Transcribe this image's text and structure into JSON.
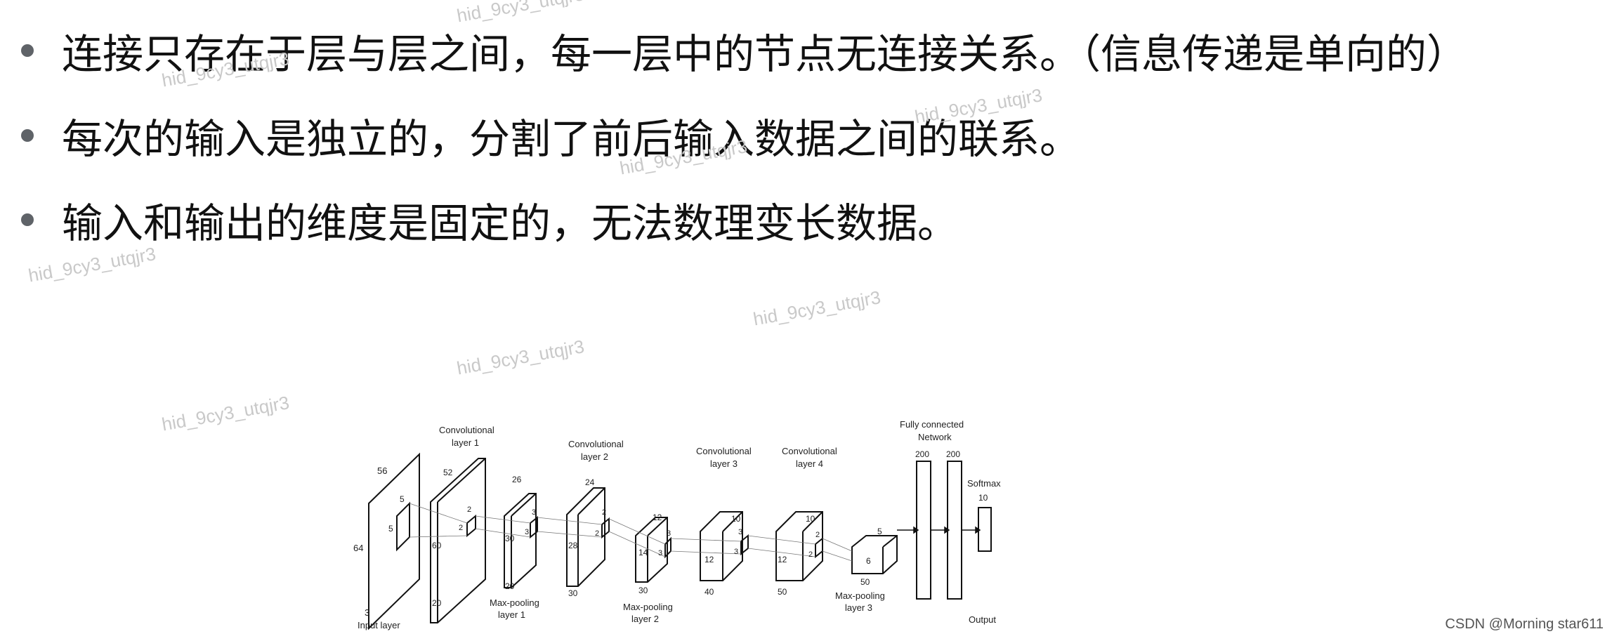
{
  "bullets": [
    "连接只存在于层与层之间，每一层中的节点无连接关系。（信息传递是单向的）",
    "每次的输入是独立的，分割了前后输入数据之间的联系。",
    "输入和输出的维度是固定的，无法数理变长数据。"
  ],
  "watermark": "hid_9cy3_utqjr3",
  "footer": "CSDN @Morning star611",
  "diagram": {
    "input_layer": {
      "label": "Input layer",
      "height": "64",
      "width": "56",
      "depth": "3",
      "kernel_h": "5",
      "kernel_w": "5"
    },
    "conv1": {
      "title1": "Convolutional",
      "title2": "layer 1",
      "top": "52",
      "side": "60",
      "depth": "20",
      "k1": "2",
      "k2": "2"
    },
    "pool1": {
      "title1": "Max-pooling",
      "title2": "layer 1",
      "top": "26",
      "side": "30",
      "depth": "20",
      "k1": "3",
      "k2": "3"
    },
    "conv2": {
      "title1": "Convolutional",
      "title2": "layer 2",
      "top": "24",
      "side": "28",
      "depth": "30",
      "k1": "2",
      "k2": "2"
    },
    "pool2": {
      "title1": "Max-pooling",
      "title2": "layer 2",
      "top": "12",
      "side": "14",
      "depth": "30",
      "k1": "3",
      "k2": "3"
    },
    "conv3": {
      "title1": "Convolutional",
      "title2": "layer 3",
      "top": "10",
      "side": "12",
      "depth": "40",
      "k1": "3",
      "k2": "3"
    },
    "conv4": {
      "title1": "Convolutional",
      "title2": "layer 4",
      "top": "10",
      "side": "12",
      "depth": "50",
      "k1": "2",
      "k2": "2"
    },
    "pool3": {
      "title1": "Max-pooling",
      "title2": "layer 3",
      "top": "5",
      "side": "6",
      "depth": "50"
    },
    "fc": {
      "title1": "Fully connected",
      "title2": "Network",
      "n1": "200",
      "n2": "200"
    },
    "softmax": {
      "title": "Softmax",
      "n": "10",
      "output": "Output"
    }
  }
}
